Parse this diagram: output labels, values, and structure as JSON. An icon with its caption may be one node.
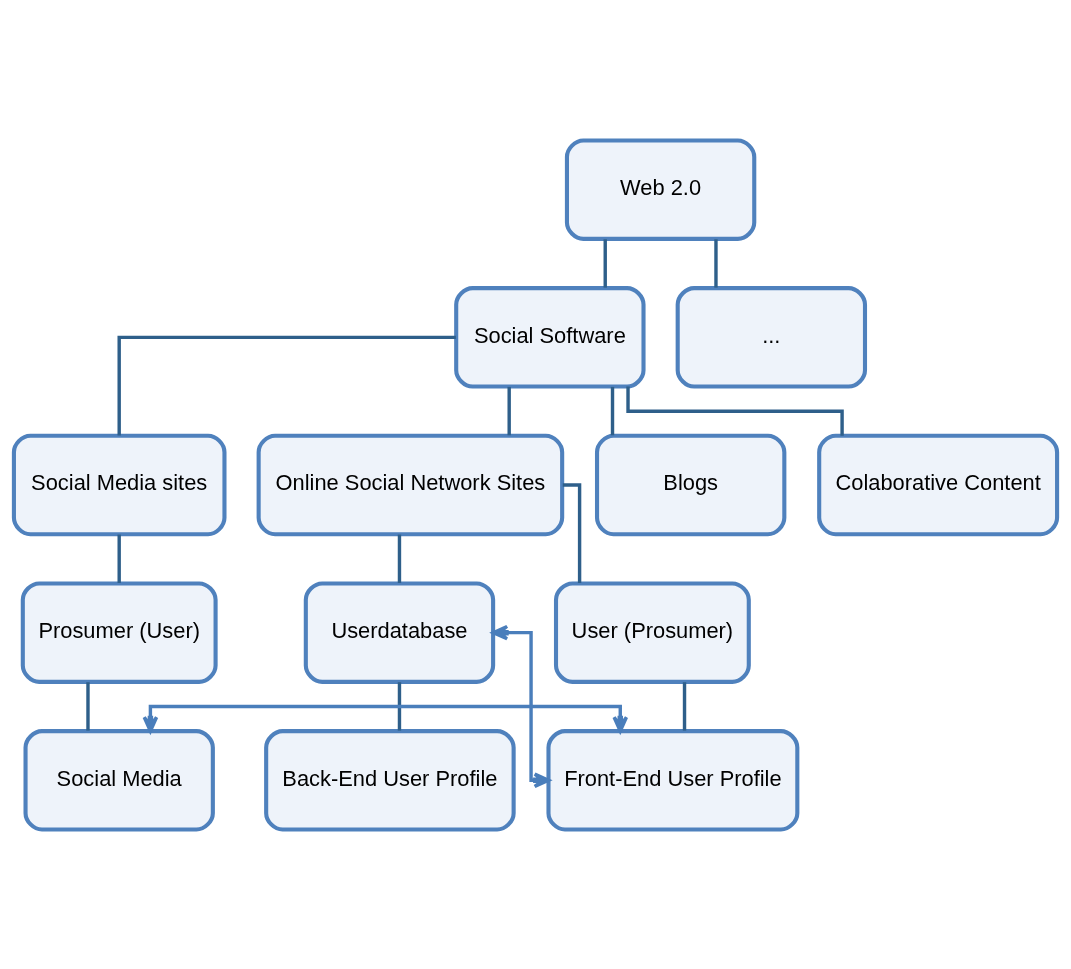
{
  "diagram": {
    "nodes": [
      {
        "text": [
          "Web 2.0"
        ]
      },
      {
        "text": [
          "Social Software"
        ]
      },
      {
        "text": [
          "..."
        ]
      },
      {
        "text": [
          "Social Media sites"
        ]
      },
      {
        "text": [
          "Online Social Network Sites"
        ]
      },
      {
        "text": [
          "Blogs"
        ]
      },
      {
        "text": [
          "Colaborative Content"
        ]
      },
      {
        "text": [
          "Prosumer (User)"
        ]
      },
      {
        "text": [
          "Userdatabase"
        ]
      },
      {
        "text": [
          "User (Prosumer)"
        ]
      },
      {
        "text": [
          "Social Media"
        ]
      },
      {
        "text": [
          "Back-End User Profile"
        ]
      },
      {
        "text": [
          "Front-End User Profile"
        ]
      }
    ],
    "edges": [
      {
        "from": 0,
        "to": 1,
        "arrow": "none"
      },
      {
        "from": 0,
        "to": 2,
        "arrow": "none"
      },
      {
        "from": 1,
        "to": 3,
        "arrow": "none"
      },
      {
        "from": 1,
        "to": 4,
        "arrow": "none"
      },
      {
        "from": 1,
        "to": 5,
        "arrow": "none"
      },
      {
        "from": 1,
        "to": 6,
        "arrow": "none"
      },
      {
        "from": 3,
        "to": 7,
        "arrow": "none"
      },
      {
        "from": 4,
        "to": 8,
        "arrow": "none"
      },
      {
        "from": 4,
        "to": 9,
        "arrow": "none"
      },
      {
        "from": 7,
        "to": 10,
        "arrow": "none"
      },
      {
        "from": 8,
        "to": 11,
        "arrow": "none"
      },
      {
        "from": 9,
        "to": 12,
        "arrow": "none"
      },
      {
        "from": 8,
        "to": 12,
        "arrow": "both"
      },
      {
        "from": 10,
        "to": 12,
        "arrow": "both"
      }
    ]
  }
}
